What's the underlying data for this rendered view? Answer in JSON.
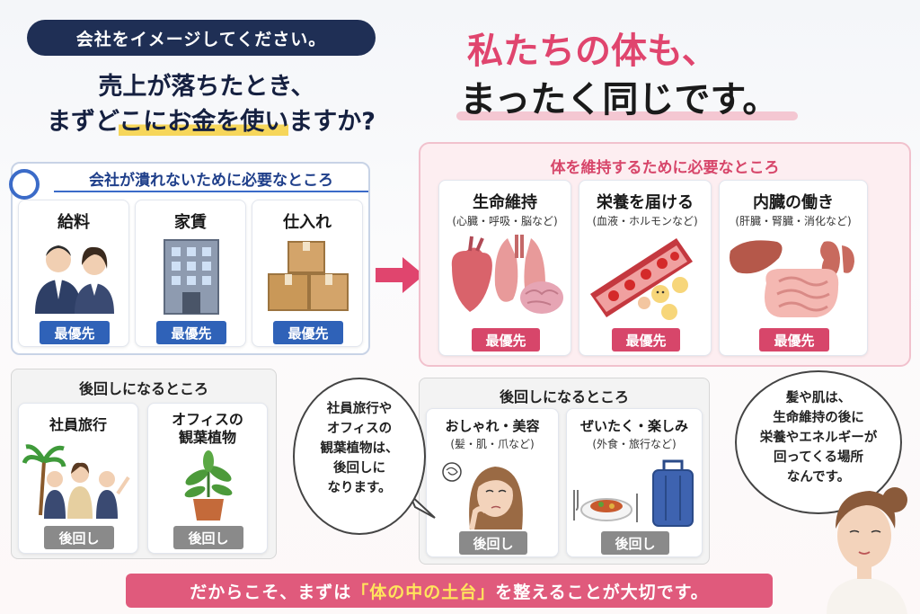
{
  "header_left": {
    "pill": "会社をイメージしてください。",
    "question_line1": "売上が落ちたとき、",
    "question_line2_pre": "まずど",
    "question_line2_hl": "こにお金を使い",
    "question_line2_post": "ますか?"
  },
  "header_right": {
    "title_line1": "私たちの体も、",
    "title_line2": "まったく同じです。"
  },
  "company_priority": {
    "title": "会社が潰れないために必要なところ",
    "cards": [
      {
        "title": "給料",
        "tag": "最優先",
        "icon": "employees-icon"
      },
      {
        "title": "家賃",
        "tag": "最優先",
        "icon": "office-building-icon"
      },
      {
        "title": "仕入れ",
        "tag": "最優先",
        "icon": "cardboard-boxes-icon"
      }
    ]
  },
  "company_later": {
    "title": "後回しになるところ",
    "cards": [
      {
        "title": "社員旅行",
        "tag": "後回し",
        "icon": "company-trip-icon"
      },
      {
        "title_line1": "オフィスの",
        "title_line2": "観葉植物",
        "tag": "後回し",
        "icon": "potted-plant-icon"
      }
    ]
  },
  "body_priority": {
    "title": "体を維持するために必要なところ",
    "cards": [
      {
        "title": "生命維持",
        "sub": "(心臓・呼吸・脳など)",
        "tag": "最優先",
        "icon": "heart-lungs-brain-icon"
      },
      {
        "title": "栄養を届ける",
        "sub": "(血液・ホルモンなど)",
        "tag": "最優先",
        "icon": "blood-vessel-icon"
      },
      {
        "title": "内臓の働き",
        "sub": "(肝臓・腎臓・消化など)",
        "tag": "最優先",
        "icon": "liver-kidney-intestine-icon"
      }
    ]
  },
  "body_later": {
    "title": "後回しになるところ",
    "cards": [
      {
        "title": "おしゃれ・美容",
        "sub": "(髪・肌・爪など)",
        "tag": "後回し",
        "icon": "worried-woman-icon"
      },
      {
        "title": "ぜいたく・楽しみ",
        "sub": "(外食・旅行など)",
        "tag": "後回し",
        "icon": "meal-suitcase-icon"
      }
    ]
  },
  "bubble_left": [
    "社員旅行や",
    "オフィスの",
    "観葉植物は、",
    "後回しに",
    "なります。"
  ],
  "bubble_right": [
    "髪や肌は、",
    "生命維持の後に",
    "栄養やエネルギーが",
    "回ってくる場所",
    "なんです。"
  ],
  "bottom": {
    "pre": "だからこそ、まずは",
    "hl": "「体の中の土台」",
    "post": "を整えることが大切です。"
  },
  "colors": {
    "navy": "#1f2f55",
    "blue_tag": "#2f62b8",
    "pink_tag": "#d7466a",
    "gray_tag": "#8a8a8a",
    "bottom_bar": "#e05a7c",
    "highlight_yellow": "#f6d65a"
  }
}
